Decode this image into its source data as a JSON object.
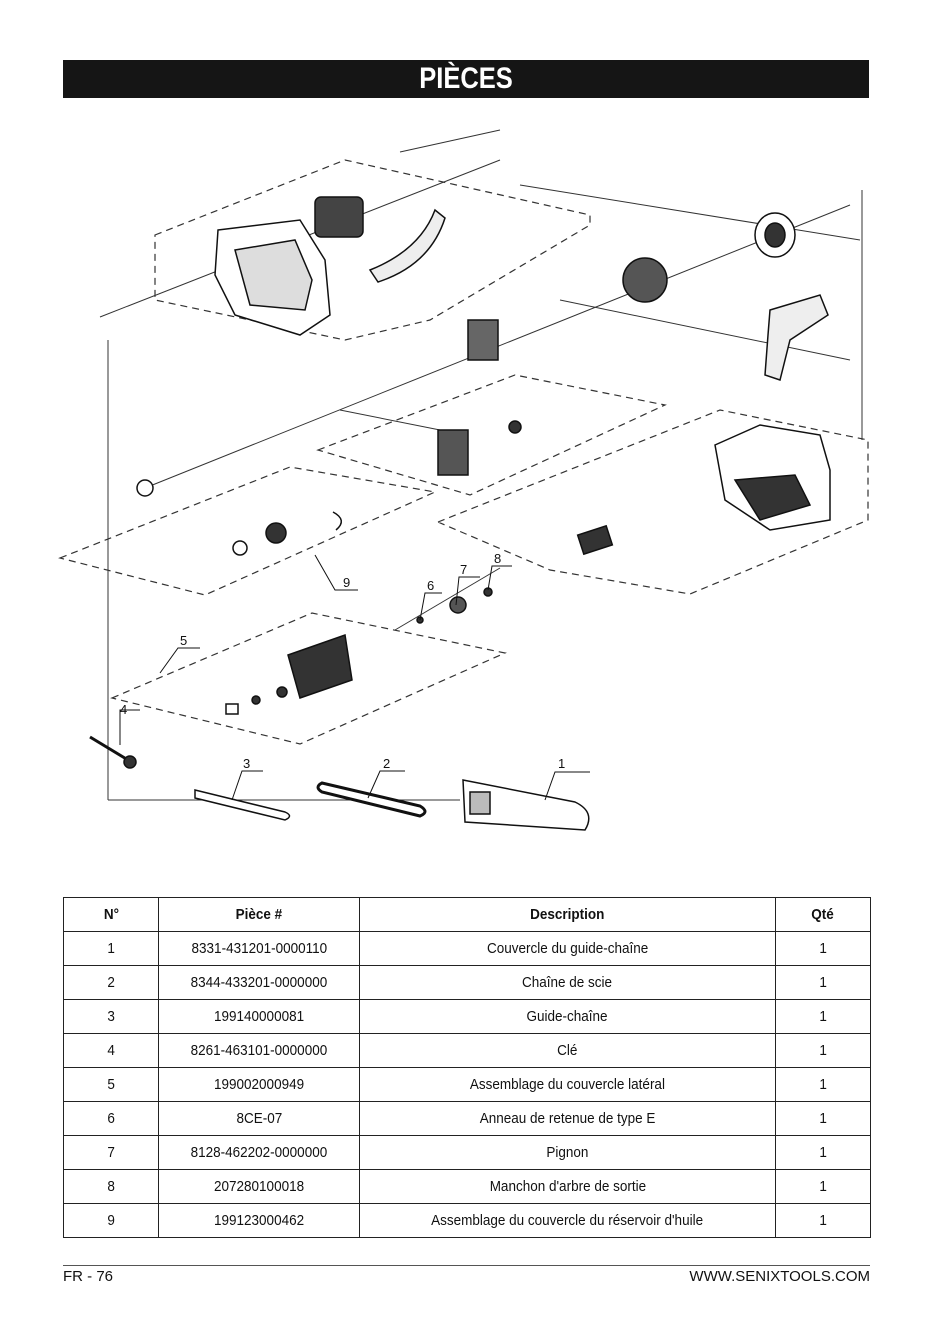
{
  "header": {
    "title": "PIÈCES"
  },
  "diagram": {
    "callouts": [
      "1",
      "2",
      "3",
      "4",
      "5",
      "6",
      "7",
      "8",
      "9"
    ]
  },
  "table": {
    "headers": [
      "N°",
      "Pièce #",
      "Description",
      "Qté"
    ],
    "rows": [
      [
        "1",
        "8331-431201-0000110",
        "Couvercle du guide-chaîne",
        "1"
      ],
      [
        "2",
        "8344-433201-0000000",
        "Chaîne de scie",
        "1"
      ],
      [
        "3",
        "199140000081",
        "Guide-chaîne",
        "1"
      ],
      [
        "4",
        "8261-463101-0000000",
        "Clé",
        "1"
      ],
      [
        "5",
        "199002000949",
        "Assemblage du couvercle latéral",
        "1"
      ],
      [
        "6",
        "8CE-07",
        "Anneau de retenue de type E",
        "1"
      ],
      [
        "7",
        "8128-462202-0000000",
        "Pignon",
        "1"
      ],
      [
        "8",
        "207280100018",
        "Manchon d'arbre de sortie",
        "1"
      ],
      [
        "9",
        "199123000462",
        "Assemblage du couvercle du réservoir d'huile",
        "1"
      ]
    ]
  },
  "footer": {
    "page": "FR - 76",
    "website": "WWW.SENIXTOOLS.COM"
  }
}
